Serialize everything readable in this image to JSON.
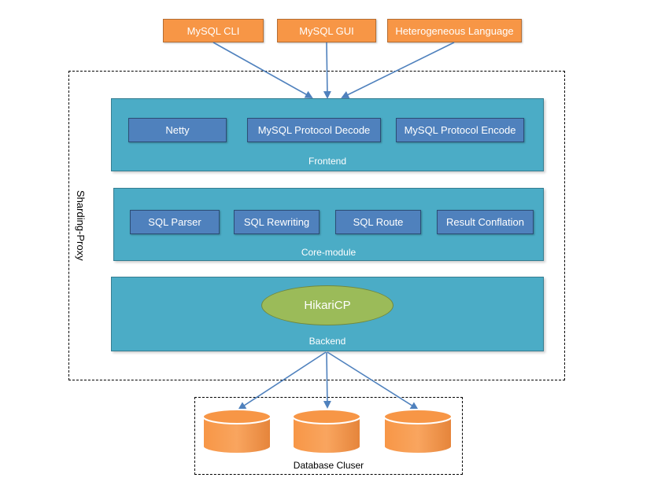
{
  "clients": [
    "MySQL CLI",
    "MySQL GUI",
    "Heterogeneous Language"
  ],
  "proxy_label": "Sharding-Proxy",
  "frontend": {
    "label": "Frontend",
    "modules": [
      "Netty",
      "MySQL Protocol Decode",
      "MySQL Protocol Encode"
    ]
  },
  "core": {
    "label": "Core-module",
    "modules": [
      "SQL Parser",
      "SQL Rewriting",
      "SQL Route",
      "Result Conflation"
    ]
  },
  "backend": {
    "label": "Backend",
    "pool": "HikariCP"
  },
  "database_cluster": {
    "label": "Database Cluser"
  },
  "colors": {
    "client": "#f79646",
    "layer": "#4bacc6",
    "module": "#4f81bd",
    "pool": "#9bbb59",
    "database": "#f79646",
    "arrow": "#4f81bd"
  }
}
